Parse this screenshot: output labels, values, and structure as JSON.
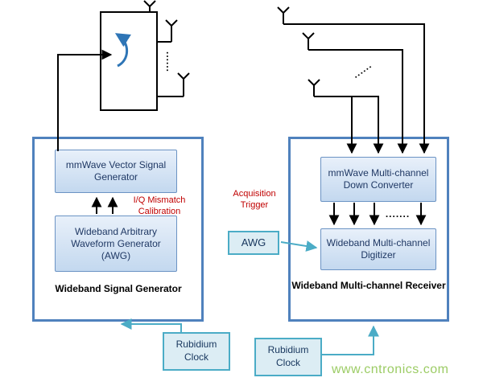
{
  "palette": {
    "box_border_blue": "#4f81bd",
    "inner_box_fill_top": "#e8f0fa",
    "inner_box_fill_bottom": "#c3d8ef",
    "cyan_accent": "#4bacc6",
    "cyan_fill": "#dcedf4",
    "red_note": "#c00000",
    "switch_blue": "#2e75b6",
    "watermark_green": "#9ccc65",
    "line_black": "#000000"
  },
  "generator": {
    "title": "Wideband Signal Generator",
    "vsg_label": "mmWave Vector Signal Generator",
    "awg_label": "Wideband Arbitrary Waveform Generator (AWG)",
    "iq_note": "I/Q Mismatch Calibration",
    "clock": {
      "label": "Rubidium Clock"
    }
  },
  "receiver": {
    "title": "Wideband Multi-channel Receiver",
    "converter_label": "mmWave Multi-channel Down Converter",
    "digitizer_label": "Wideband Multi-channel Digitizer",
    "channel_dots": ".......",
    "clock": {
      "label": "Rubidium Clock"
    }
  },
  "trigger": {
    "awg_label": "AWG",
    "note": "Acquisition Trigger"
  },
  "antennas": {
    "switch_dots": "......",
    "array_dots": "......"
  },
  "watermark": "www.cntronics.com"
}
